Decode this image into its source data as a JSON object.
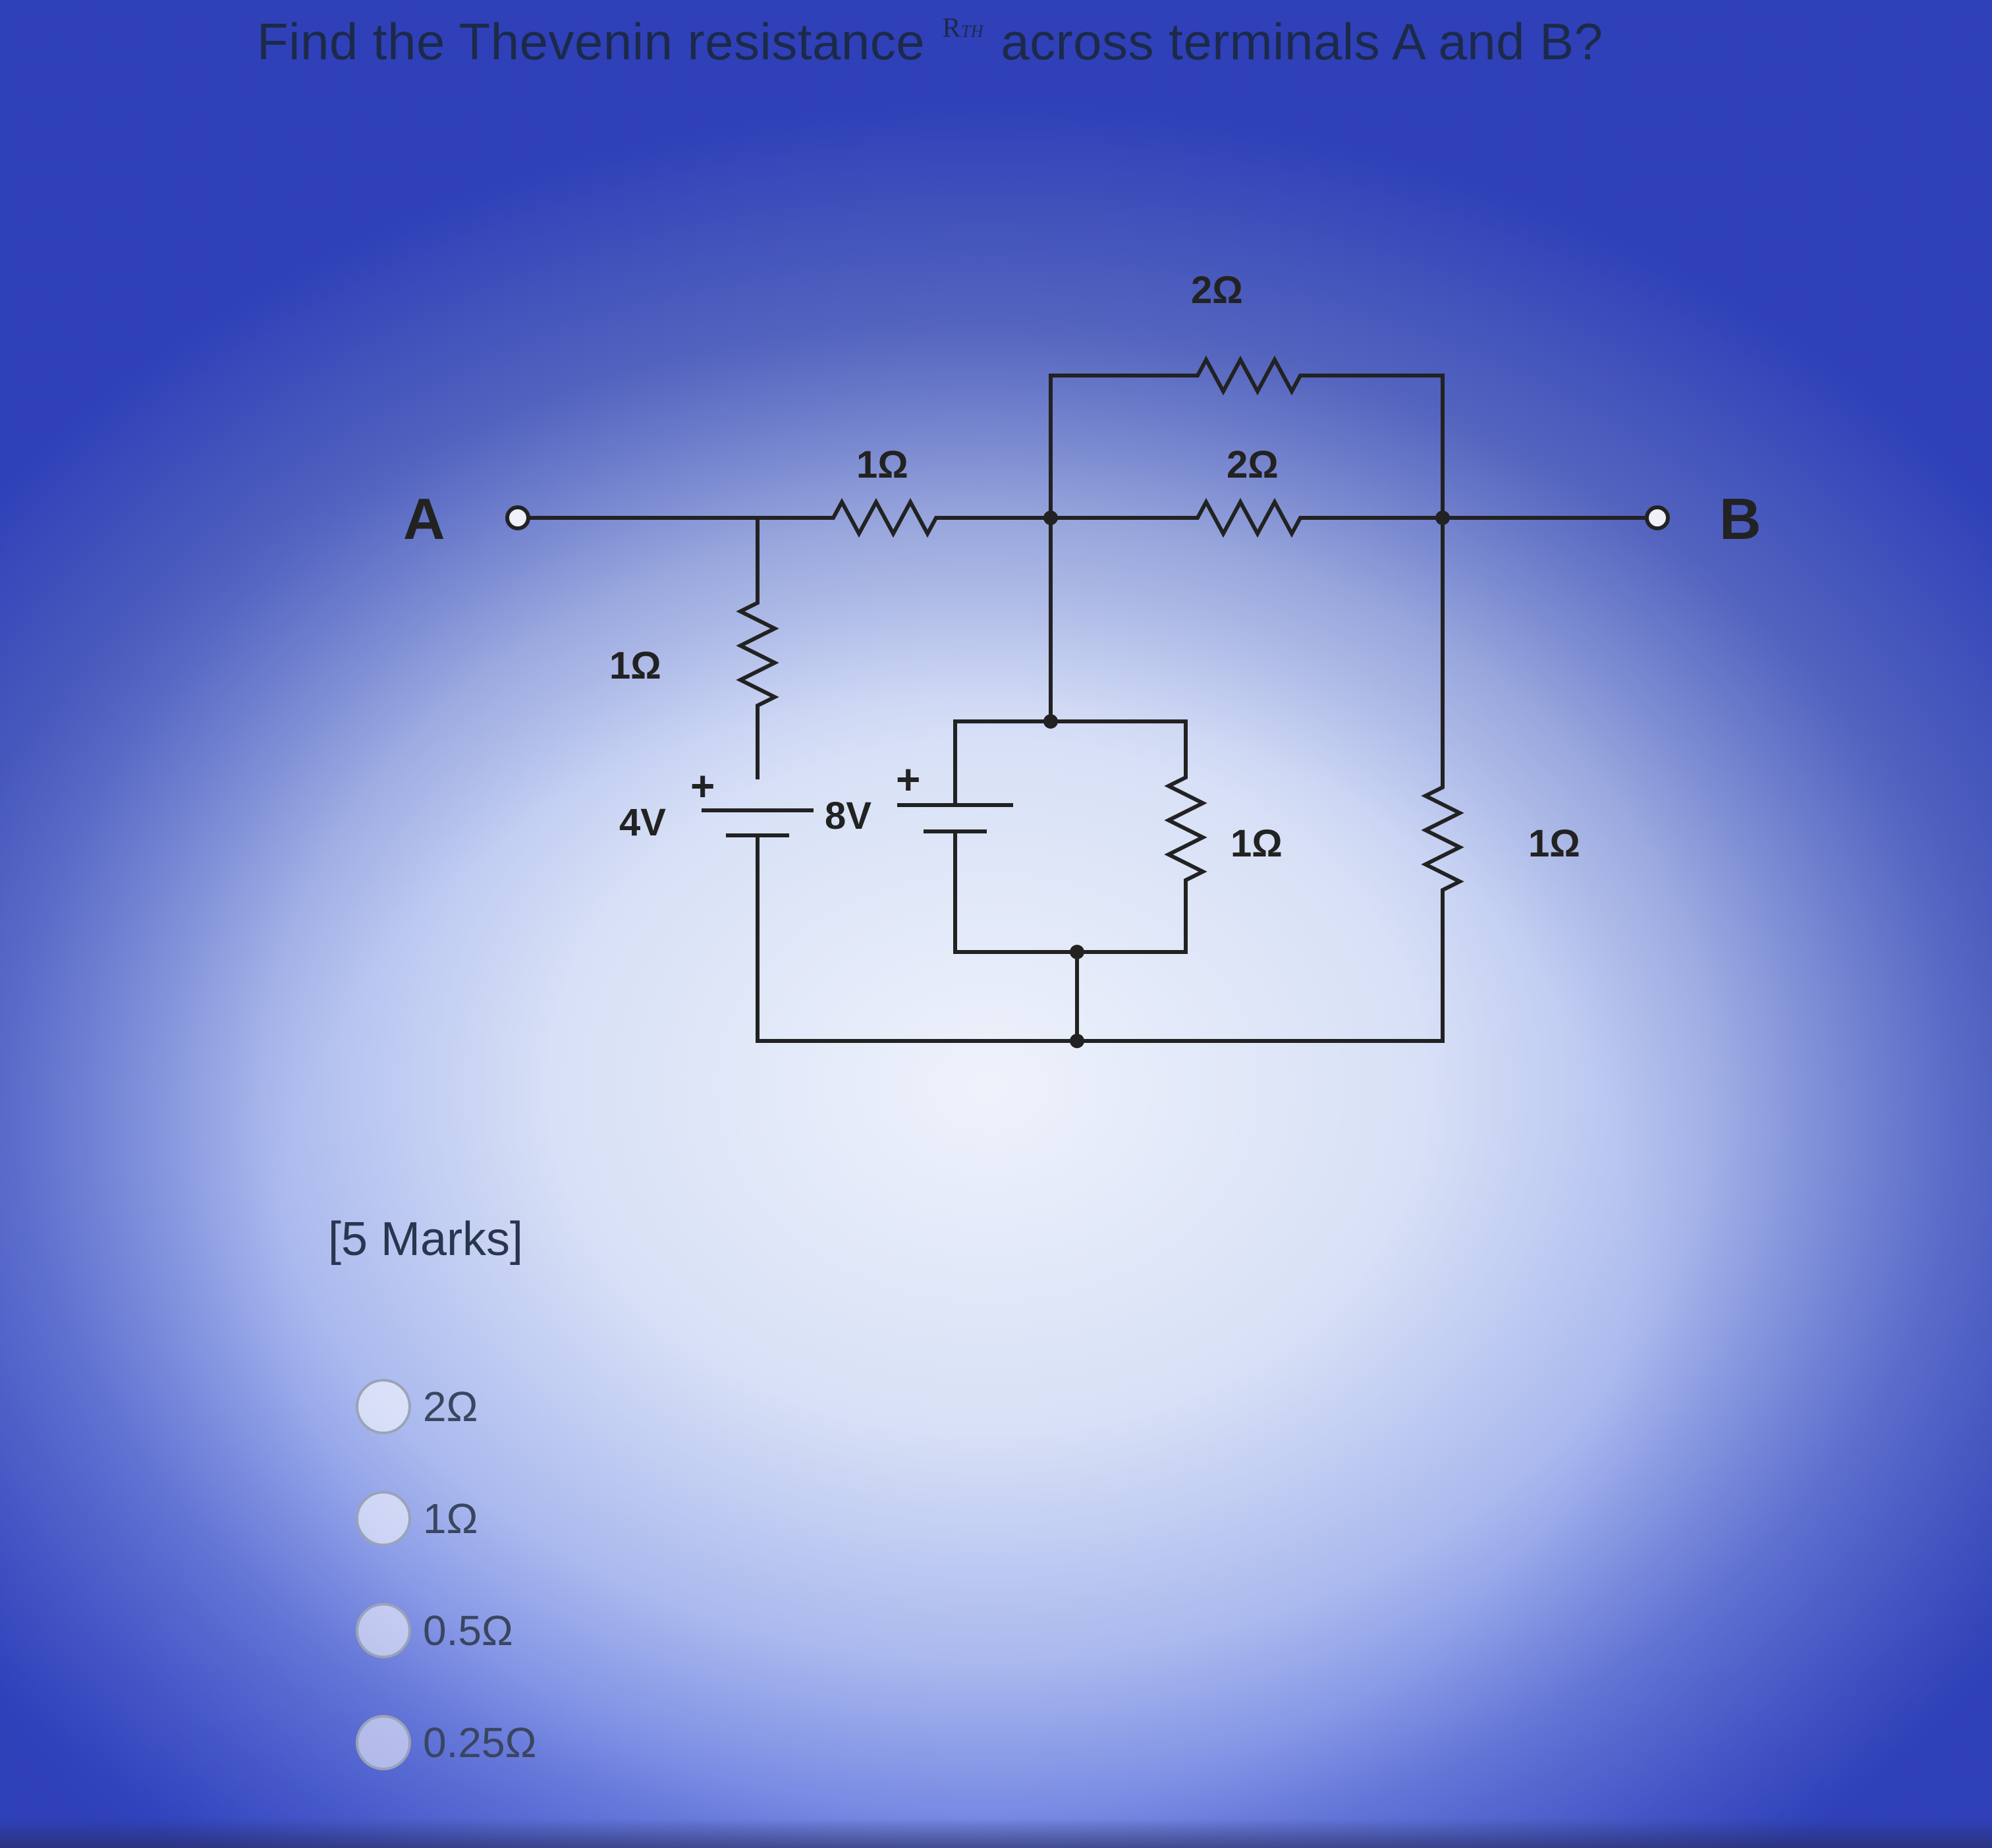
{
  "question": {
    "text_before": "Find the Thevenin resistance",
    "rth_symbol": "R",
    "rth_subscript": "TH",
    "text_after": "across terminals A and B?"
  },
  "circuit": {
    "terminal_a": "A",
    "terminal_b": "B",
    "r_series_top": "1Ω",
    "r_left_vertical": "1Ω",
    "r_top_parallel_upper": "2Ω",
    "r_top_parallel_lower": "2Ω",
    "r_middle_vertical": "1Ω",
    "r_right_vertical": "1Ω",
    "source_left": "4V",
    "source_middle": "8V",
    "plus_sign": "+"
  },
  "marks": "[5 Marks]",
  "options": [
    {
      "label": "2Ω"
    },
    {
      "label": "1Ω"
    },
    {
      "label": "0.5Ω"
    },
    {
      "label": "0.25Ω"
    }
  ],
  "colors": {
    "ink": "#222222",
    "title": "#1c2a4a",
    "radio_border": "#9aa3b8"
  }
}
